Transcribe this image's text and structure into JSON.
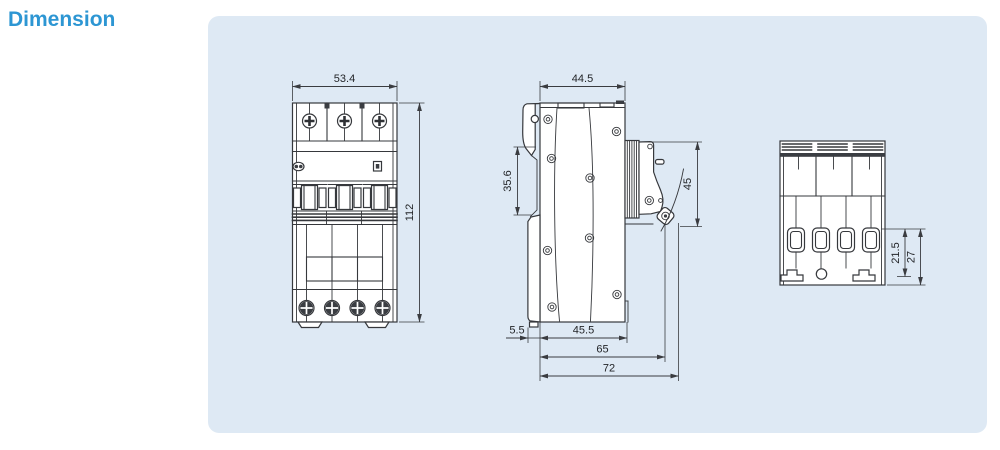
{
  "title": "Dimension",
  "theme": {
    "accent_color": "#2d96d3",
    "panel_background": "#dee9f4",
    "line_color": "#36383c"
  },
  "views": {
    "front": {
      "width": "53.4",
      "height": "112"
    },
    "side": {
      "top_width": "44.5",
      "din_slot_height": "35.6",
      "handle_section_height": "45",
      "clip_depth": "5.5",
      "body_depth": "45.5",
      "depth_to_handle": "65",
      "overall_depth": "72"
    },
    "back": {
      "terminal_depth": "21.5",
      "overall_base_depth": "27"
    }
  }
}
